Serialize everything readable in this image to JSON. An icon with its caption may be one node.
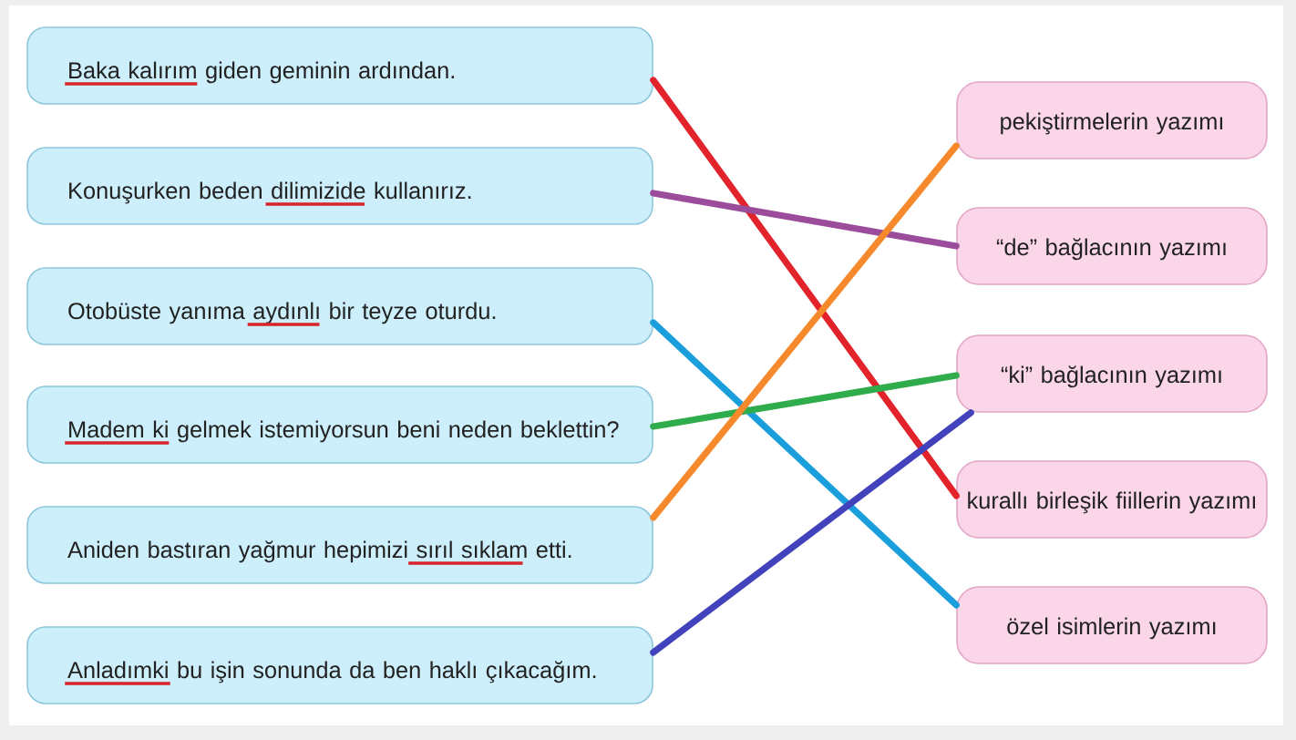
{
  "diagram": {
    "nodes": [
      {
        "text": [
          "Baka kalırım giden geminin ardından."
        ]
      },
      {
        "text": [
          "Konuşurken beden dilimizide kullanırız."
        ]
      },
      {
        "text": [
          "Otobüste yanıma aydınlı bir teyze oturdu."
        ]
      },
      {
        "text": [
          "Madem ki gelmek istemiyorsun beni neden beklettin?"
        ]
      },
      {
        "text": [
          "Aniden bastıran yağmur hepimizi sırıl sıklam etti."
        ]
      },
      {
        "text": [
          "Anladımki bu işin sonunda da ben haklı çıkacağım."
        ]
      },
      {
        "text": [
          "pekiştirmelerin yazımı"
        ]
      },
      {
        "text": [
          "“de” bağlacının yazımı"
        ]
      },
      {
        "text": [
          "“ki” bağlacının yazımı"
        ]
      },
      {
        "text": [
          "kurallı birleşik fiillerin yazımı"
        ]
      },
      {
        "text": [
          "özel isimlerin yazımı"
        ]
      }
    ],
    "edges": [
      {
        "from": 0,
        "to": 9,
        "arrow": "none",
        "color": "#e2232b"
      },
      {
        "from": 1,
        "to": 7,
        "arrow": "none",
        "color": "#9b4d9c"
      },
      {
        "from": 2,
        "to": 10,
        "arrow": "none",
        "color": "#1b9fdc"
      },
      {
        "from": 3,
        "to": 8,
        "arrow": "none",
        "color": "#2fac4b"
      },
      {
        "from": 4,
        "to": 6,
        "arrow": "none",
        "color": "#f6892c"
      },
      {
        "from": 5,
        "to": 8,
        "arrow": "none",
        "color": "#4242bc"
      }
    ]
  }
}
